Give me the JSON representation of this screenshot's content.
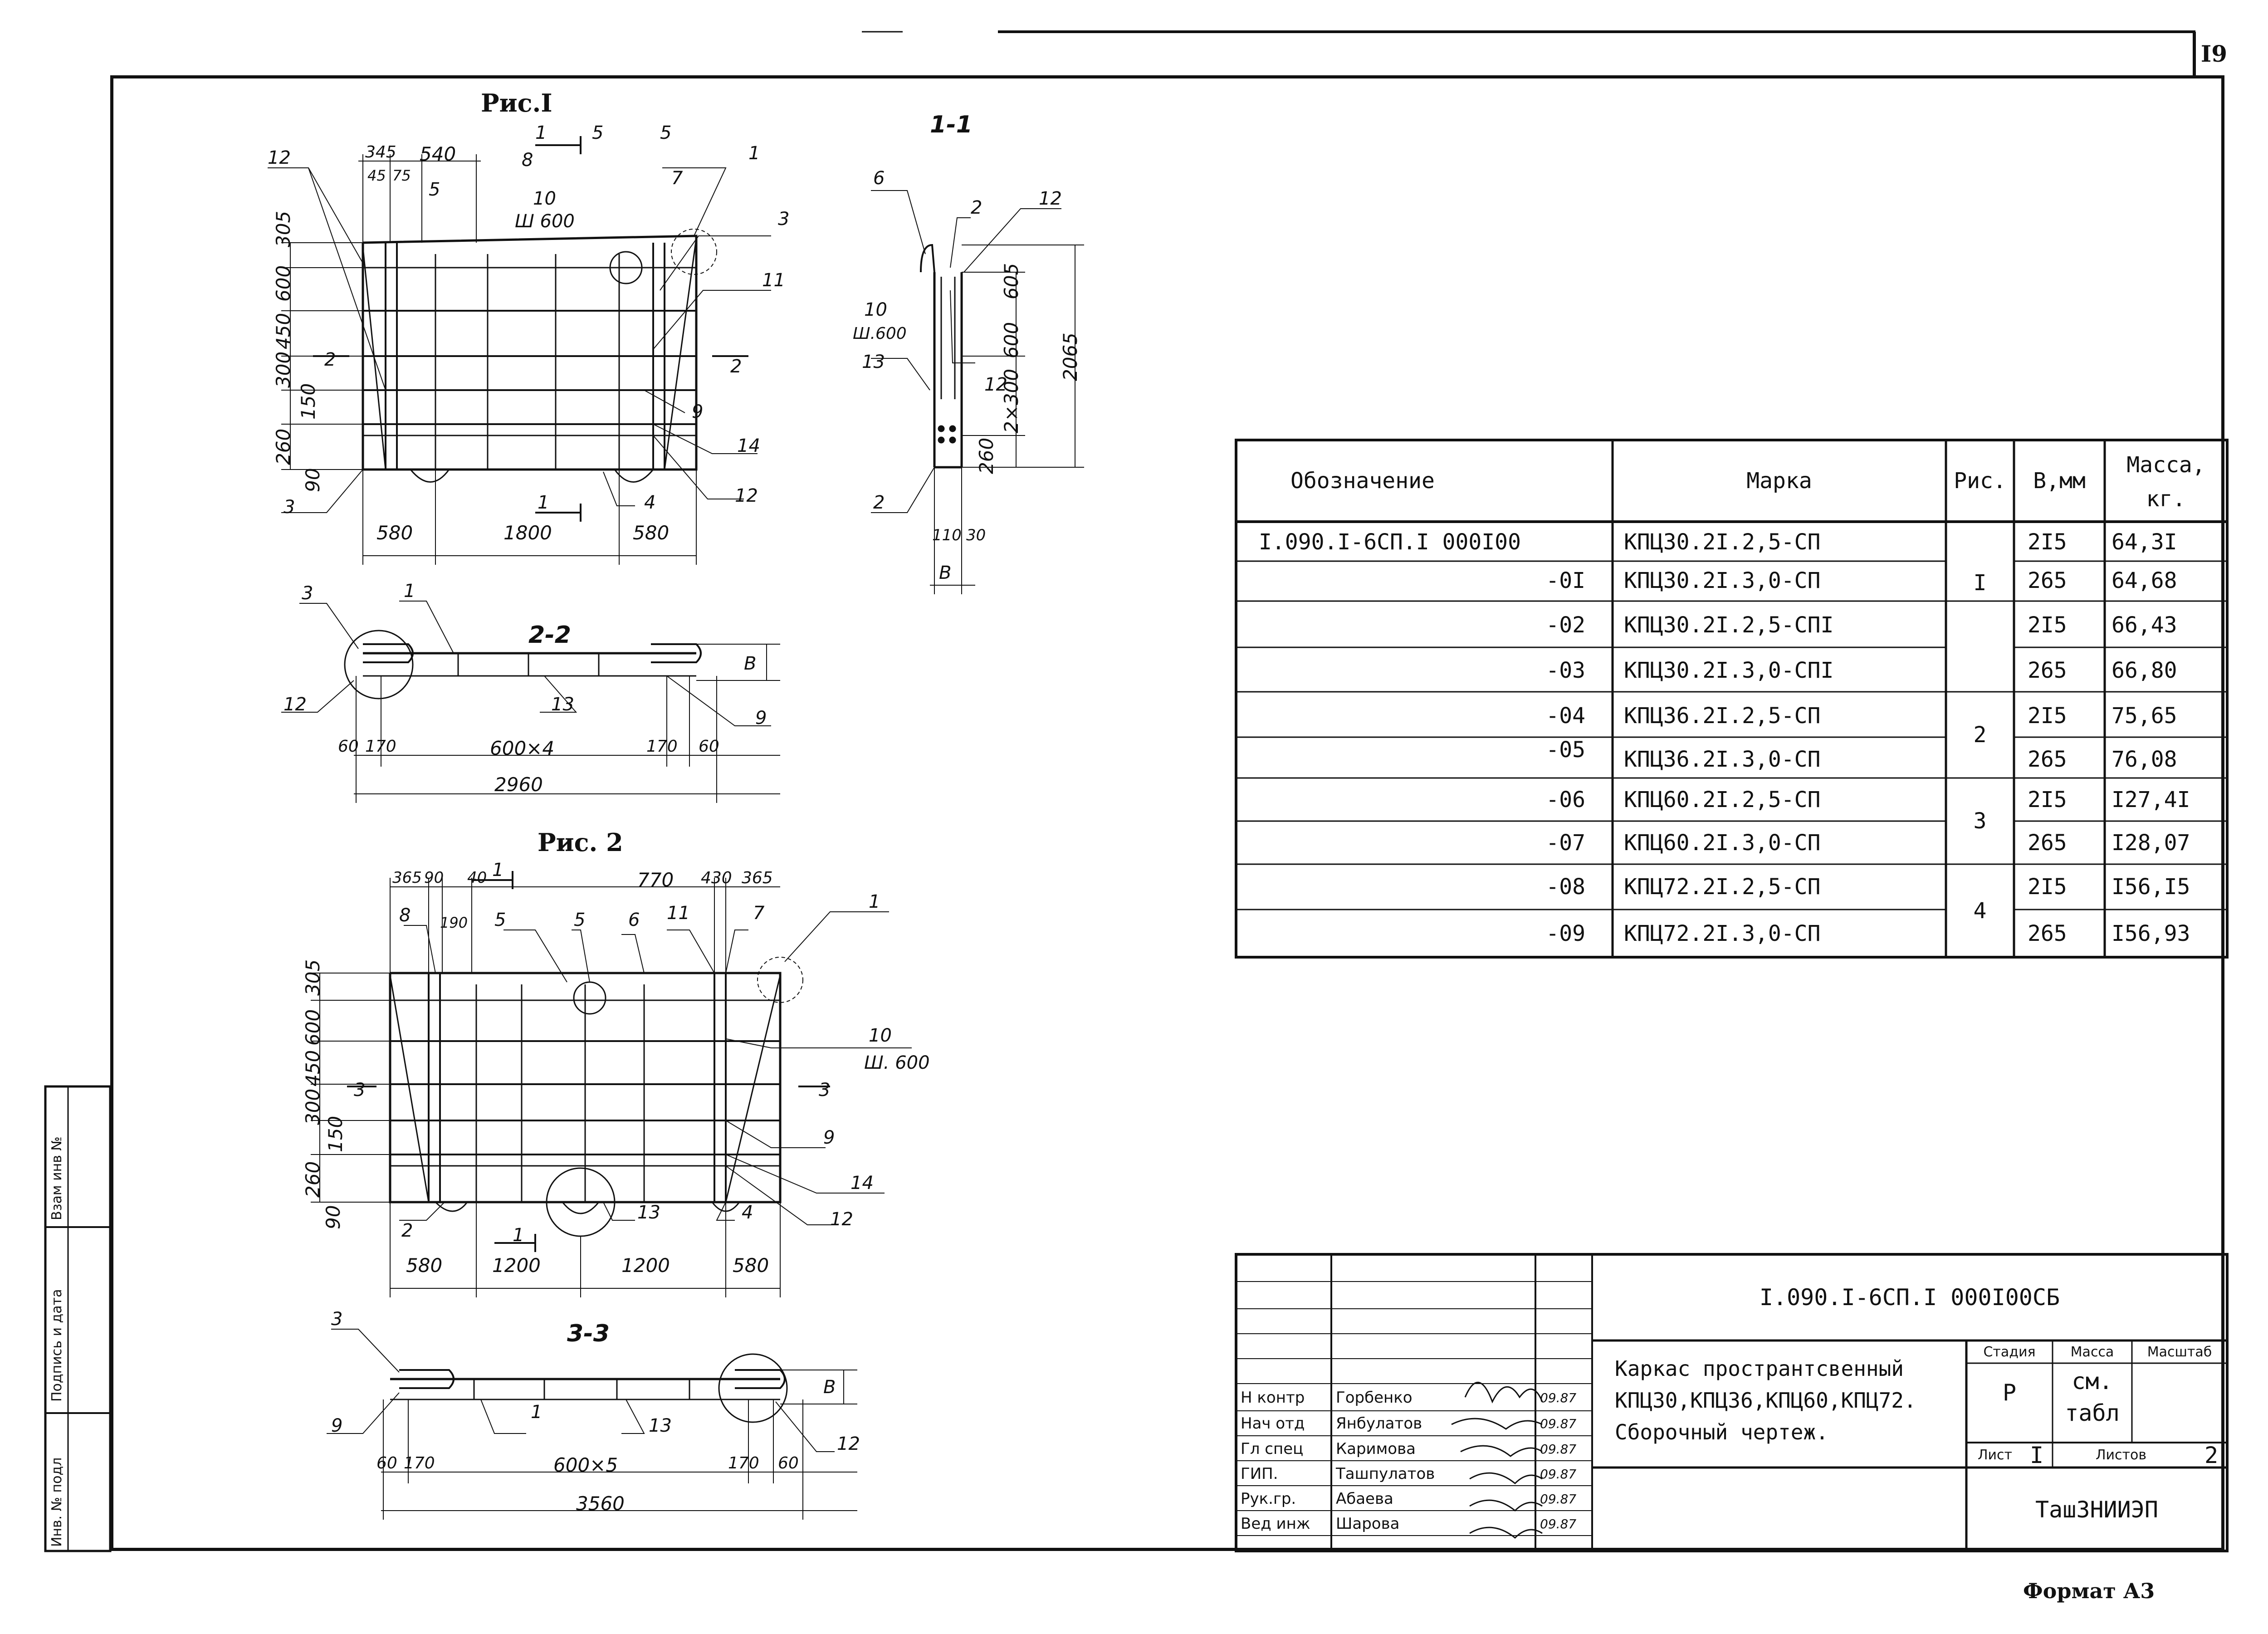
{
  "page_number": "I9",
  "format_label": "Формат А3",
  "figures": {
    "fig1_title": "Рис.I",
    "fig2_title": "Рис. 2",
    "sec_1_1": "1-1",
    "sec_2_2": "2-2",
    "sec_3_3": "3-3"
  },
  "fig1_dims": {
    "top": [
      "345",
      "540",
      "45",
      "75"
    ],
    "left": [
      "305",
      "600",
      "450",
      "300",
      "150",
      "260",
      "90"
    ],
    "bottom": [
      "580",
      "1800",
      "580"
    ],
    "callouts": [
      "12",
      "5",
      "8",
      "10",
      "Ш 600",
      "5",
      "5",
      "7",
      "1",
      "3",
      "11",
      "2",
      "2",
      "9",
      "14",
      "12",
      "4",
      "3",
      "1",
      "1"
    ]
  },
  "sec11_dims": {
    "right": [
      "605",
      "600",
      "2×300",
      "260",
      "2065"
    ],
    "bottom": [
      "110",
      "30",
      "B"
    ],
    "callouts": [
      "6",
      "2",
      "12",
      "10",
      "Ш.600",
      "13",
      "12",
      "2"
    ]
  },
  "sec22_dims": {
    "bottom": [
      "60",
      "170",
      "600×4",
      "170",
      "60"
    ],
    "total": "2960",
    "callouts": [
      "3",
      "1",
      "12",
      "13",
      "9",
      "B"
    ]
  },
  "fig2_dims": {
    "top": [
      "365",
      "90",
      "40",
      "770",
      "430",
      "365",
      "190"
    ],
    "left": [
      "305",
      "600",
      "450",
      "300",
      "150",
      "260",
      "90"
    ],
    "bottom": [
      "580",
      "1200",
      "1200",
      "580"
    ],
    "callouts": [
      "1",
      "8",
      "5",
      "5",
      "6",
      "11",
      "7",
      "1",
      "10",
      "Ш. 600",
      "3",
      "3",
      "9",
      "14",
      "12",
      "2",
      "13",
      "4",
      "1"
    ]
  },
  "sec33_dims": {
    "bottom": [
      "60",
      "170",
      "600×5",
      "170",
      "60"
    ],
    "total": "3560",
    "callouts": [
      "3",
      "9",
      "1",
      "13",
      "12",
      "B"
    ]
  },
  "spec_table": {
    "headers": [
      "Обозначение",
      "Марка",
      "Рис.",
      "В,мм",
      "Масса,",
      "кг."
    ],
    "rows": [
      {
        "code": "I.090.I-6СП.I  000I00",
        "mark": "КПЦ30.2I.2,5-СП",
        "fig": "",
        "b": "2I5",
        "mass": "64,3I"
      },
      {
        "code": "-0I",
        "mark": "КПЦ30.2I.3,0-СП",
        "fig": "I",
        "b": "265",
        "mass": "64,68"
      },
      {
        "code": "-02",
        "mark": "КПЦ30.2I.2,5-СПI",
        "fig": "",
        "b": "2I5",
        "mass": "66,43"
      },
      {
        "code": "-03",
        "mark": "КПЦ30.2I.3,0-СПI",
        "fig": "",
        "b": "265",
        "mass": "66,80"
      },
      {
        "code": "-04",
        "mark": "КПЦ36.2I.2,5-СП",
        "fig": "2",
        "b": "2I5",
        "mass": "75,65"
      },
      {
        "code": "-05",
        "mark": "КПЦ36.2I.3,0-СП",
        "fig": "",
        "b": "265",
        "mass": "76,08"
      },
      {
        "code": "-06",
        "mark": "КПЦ60.2I.2,5-СП",
        "fig": "3",
        "b": "2I5",
        "mass": "I27,4I"
      },
      {
        "code": "-07",
        "mark": "КПЦ60.2I.3,0-СП",
        "fig": "",
        "b": "265",
        "mass": "I28,07"
      },
      {
        "code": "-08",
        "mark": "КПЦ72.2I.2,5-СП",
        "fig": "4",
        "b": "2I5",
        "mass": "I56,I5"
      },
      {
        "code": "-09",
        "mark": "КПЦ72.2I.3,0-СП",
        "fig": "",
        "b": "265",
        "mass": "I56,93"
      }
    ]
  },
  "title_block": {
    "doc_code": "I.090.I-6СП.I  000I00СБ",
    "title_lines": [
      "Каркас пространтсвенный",
      "КПЦ30,КПЦ36,КПЦ60,КПЦ72.",
      "Сборочный чертеж."
    ],
    "stage_label": "Стадия",
    "mass_label": "Масса",
    "scale_label": "Масштаб",
    "stage": "Р",
    "mass_ref_1": "см.",
    "mass_ref_2": "табл",
    "sheet_label": "Лист",
    "sheet": "I",
    "sheets_label": "Листов",
    "sheets": "2",
    "org": "ТашЗНИИЭП",
    "people": [
      {
        "role": "Н контр",
        "name": "Горбенко",
        "date": "09.87"
      },
      {
        "role": "Нач отд",
        "name": "Янбулатов",
        "date": "09.87"
      },
      {
        "role": "Гл спец",
        "name": "Каримова",
        "date": "09.87"
      },
      {
        "role": "ГИП.",
        "name": "Ташпулатов",
        "date": "09.87"
      },
      {
        "role": "Рук.гр.",
        "name": "Абаева",
        "date": "09.87"
      },
      {
        "role": "Вед инж",
        "name": "Шарова",
        "date": "09.87"
      }
    ]
  },
  "side_stamps": [
    "Инв. № подл",
    "Подпись и дата",
    "Взам инв №"
  ]
}
